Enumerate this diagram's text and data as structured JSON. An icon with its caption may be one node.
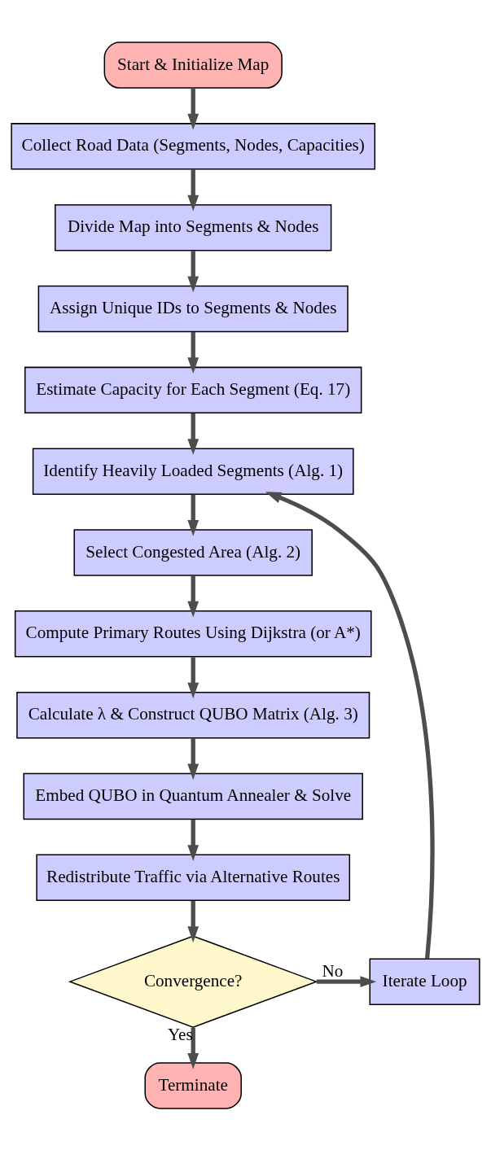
{
  "diagram": {
    "nodes": [
      {
        "text": [
          "Start & Initialize Map"
        ]
      },
      {
        "text": [
          "Collect Road Data (Segments, Nodes, Capacities)"
        ]
      },
      {
        "text": [
          "Divide Map into Segments & Nodes"
        ]
      },
      {
        "text": [
          "Assign Unique IDs to Segments & Nodes"
        ]
      },
      {
        "text": [
          "Estimate Capacity for Each Segment (Eq. 17)"
        ]
      },
      {
        "text": [
          "Identify Heavily Loaded Segments (Alg. 1)"
        ]
      },
      {
        "text": [
          "Select Congested Area (Alg. 2)"
        ]
      },
      {
        "text": [
          "Compute Primary Routes Using Dijkstra (or A*)"
        ]
      },
      {
        "text": [
          "Calculate λ & Construct QUBO Matrix (Alg. 3)"
        ]
      },
      {
        "text": [
          "Embed QUBO in Quantum Annealer & Solve"
        ]
      },
      {
        "text": [
          "Redistribute Traffic via Alternative Routes"
        ]
      },
      {
        "text": [
          "Convergence?"
        ]
      },
      {
        "text": [
          "Iterate Loop"
        ]
      },
      {
        "text": [
          "Terminate"
        ]
      }
    ],
    "edges": [
      {
        "from": 0,
        "to": 1,
        "arrow": "to"
      },
      {
        "from": 1,
        "to": 2,
        "arrow": "to"
      },
      {
        "from": 2,
        "to": 3,
        "arrow": "to"
      },
      {
        "from": 3,
        "to": 4,
        "arrow": "to"
      },
      {
        "from": 4,
        "to": 5,
        "arrow": "to"
      },
      {
        "from": 5,
        "to": 6,
        "arrow": "to"
      },
      {
        "from": 6,
        "to": 7,
        "arrow": "to"
      },
      {
        "from": 7,
        "to": 8,
        "arrow": "to"
      },
      {
        "from": 8,
        "to": 9,
        "arrow": "to"
      },
      {
        "from": 9,
        "to": 10,
        "arrow": "to"
      },
      {
        "from": 10,
        "to": 11,
        "arrow": "to"
      },
      {
        "from": 11,
        "to": 12,
        "arrow": "to",
        "label": "No"
      },
      {
        "from": 12,
        "to": 5,
        "arrow": "to"
      },
      {
        "from": 11,
        "to": 13,
        "arrow": "to",
        "label": "Yes"
      }
    ]
  }
}
